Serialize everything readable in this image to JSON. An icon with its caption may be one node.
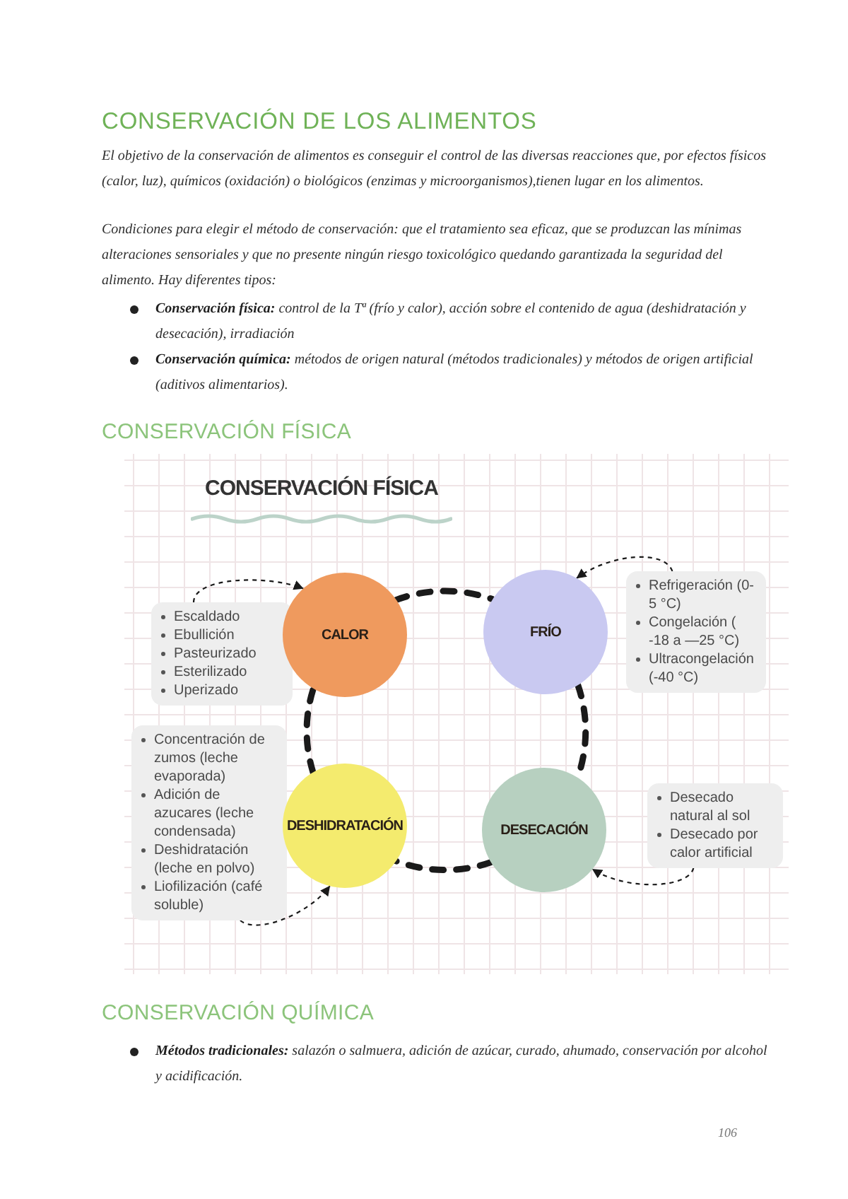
{
  "diagram": {
    "title": "CONSERVACIÓN DE LOS ALIMENTOS",
    "nodes": [
      {
        "text": [
          "CONSERVACIÓN FÍSICA"
        ]
      },
      {
        "text": [
          "Escaldado",
          "Ebullición",
          "Pasteurizado",
          "Esterilizado",
          "Uperizado"
        ],
        "in": 0
      },
      {
        "text": [
          "CALOR"
        ],
        "in": 0
      },
      {
        "text": [
          "FRÍO"
        ],
        "in": 0
      },
      {
        "text": [
          "Refrigeración (0-5 °C)",
          "Congelación ( -18 a —25 °C)",
          "Ultracongelación (-40 °C)"
        ],
        "in": 0
      },
      {
        "text": [
          "Concentración de zumos (leche evaporada)",
          "Adición de azucares (leche condensada)",
          "Deshidratación (leche en polvo)",
          "Liofilización (café soluble)"
        ],
        "in": 0
      },
      {
        "text": [
          "DESHIDRATACIÓN"
        ],
        "in": 0
      },
      {
        "text": [
          "DESECACIÓN"
        ],
        "in": 0
      },
      {
        "text": [
          "Desecado natural al sol",
          "Desecado por calor artificial"
        ],
        "in": 0
      }
    ],
    "edges": [
      {
        "from": 1,
        "to": 2,
        "arrow": "to",
        "style": "dashed"
      },
      {
        "from": 4,
        "to": 3,
        "arrow": "to",
        "style": "dashed"
      },
      {
        "from": 2,
        "to": 3,
        "arrow": "none",
        "style": "dashed"
      },
      {
        "from": 3,
        "to": 7,
        "arrow": "none",
        "style": "dashed"
      },
      {
        "from": 7,
        "to": 6,
        "arrow": "none",
        "style": "dashed"
      },
      {
        "from": 6,
        "to": 2,
        "arrow": "none",
        "style": "dashed"
      },
      {
        "from": 5,
        "to": 6,
        "arrow": "to",
        "style": "dashed"
      },
      {
        "from": 8,
        "to": 7,
        "arrow": "to",
        "style": "dashed"
      }
    ],
    "labels": [
      "El objetivo de la conservación de alimentos es conseguir el control de las diversas reacciones que, por efectos físicos (calor, luz), químicos (oxidación) o biológicos (enzimas y microorganismos),tienen lugar en los alimentos.",
      "Condiciones para elegir el método de conservación: que el tratamiento sea eficaz, que se produzcan las mínimas alteraciones sensoriales y que no presente ningún riesgo toxicológico quedando garantizada la seguridad del alimento. Hay diferentes tipos:",
      "**Conservación física:** control de la Tª (frío y calor), acción sobre el contenido de agua (deshidratación y desecación), irradiación",
      "**Conservación química:** métodos de origen natural (métodos tradicionales) y métodos de origen artificial (aditivos alimentarios).",
      "CONSERVACIÓN FÍSICA",
      "CONSERVACIÓN QUÍMICA",
      "**Métodos tradicionales:** salazón o salmuera, adición de azúcar, curado, ahumado, conservación por alcohol y acidificación.",
      "106"
    ]
  }
}
